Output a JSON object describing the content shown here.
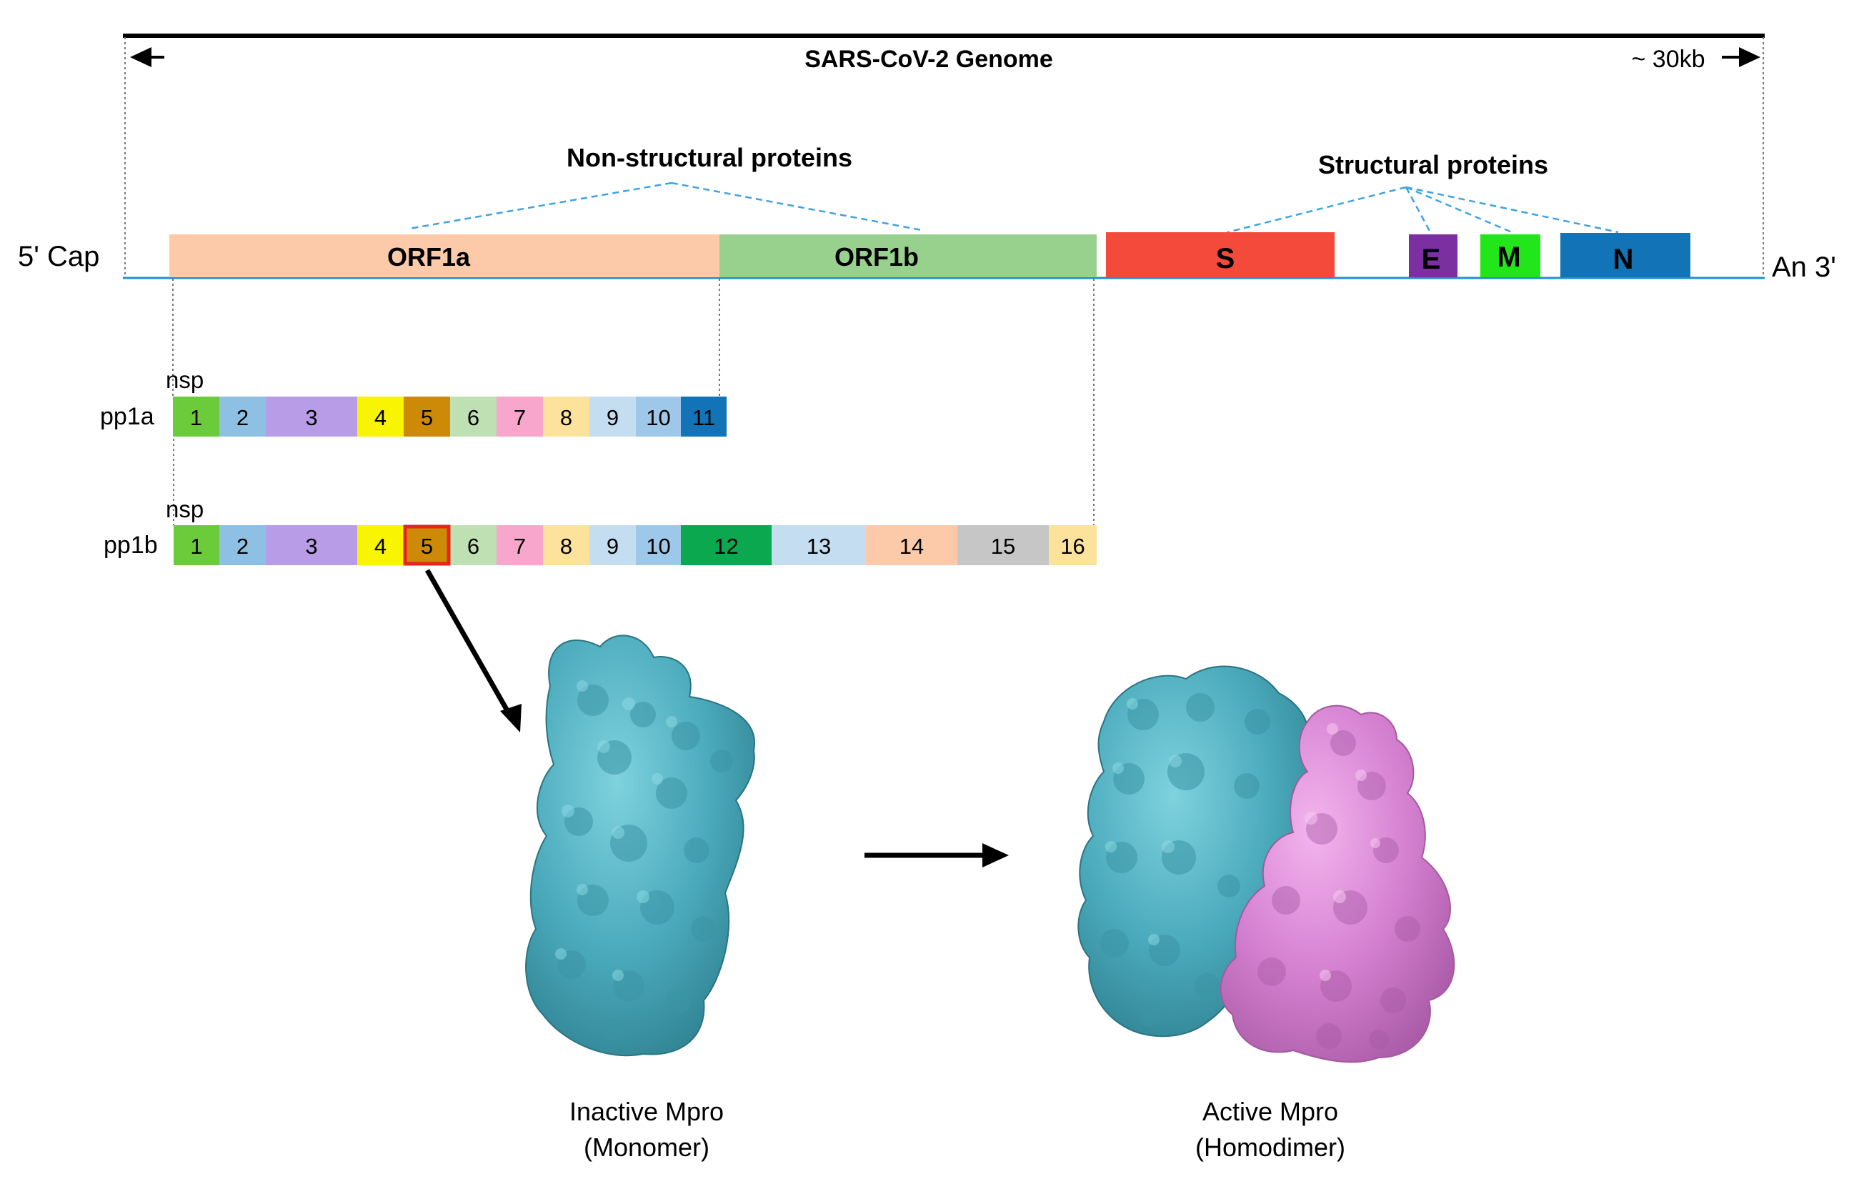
{
  "genome": {
    "title": "SARS-CoV-2 Genome",
    "length_label": "~ 30kb",
    "five_prime": "5' Cap",
    "three_prime": "An 3'",
    "nonstructural_label": "Non-structural proteins",
    "structural_label": "Structural proteins",
    "orfs": [
      {
        "id": "orf1a",
        "label": "ORF1a",
        "color": "#fccaa8"
      },
      {
        "id": "orf1b",
        "label": "ORF1b",
        "color": "#98d18e"
      },
      {
        "id": "s",
        "label": "S",
        "color": "#f44a3c"
      },
      {
        "id": "e",
        "label": "E",
        "color": "#7b2fa0"
      },
      {
        "id": "m",
        "label": "M",
        "color": "#21e619"
      },
      {
        "id": "n",
        "label": "N",
        "color": "#1273b7"
      }
    ]
  },
  "pp1a": {
    "label": "pp1a",
    "nsp_label": "nsp",
    "segments": [
      {
        "label": "1",
        "color": "#6bcb3a"
      },
      {
        "label": "2",
        "color": "#8ec0e3"
      },
      {
        "label": "3",
        "color": "#b89ce8"
      },
      {
        "label": "4",
        "color": "#f9f500"
      },
      {
        "label": "5",
        "color": "#cc8a06"
      },
      {
        "label": "6",
        "color": "#bee0b2"
      },
      {
        "label": "7",
        "color": "#f9a6cd"
      },
      {
        "label": "8",
        "color": "#fde29b"
      },
      {
        "label": "9",
        "color": "#c4ddf0"
      },
      {
        "label": "10",
        "color": "#9ec8ea"
      },
      {
        "label": "11",
        "color": "#1273b7"
      }
    ]
  },
  "pp1b": {
    "label": "pp1b",
    "nsp_label": "nsp",
    "highlight": "5",
    "segments": [
      {
        "label": "1",
        "color": "#6bcb3a"
      },
      {
        "label": "2",
        "color": "#8ec0e3"
      },
      {
        "label": "3",
        "color": "#b89ce8"
      },
      {
        "label": "4",
        "color": "#f9f500"
      },
      {
        "label": "5",
        "color": "#cc8a06"
      },
      {
        "label": "6",
        "color": "#bee0b2"
      },
      {
        "label": "7",
        "color": "#f9a6cd"
      },
      {
        "label": "8",
        "color": "#fde29b"
      },
      {
        "label": "9",
        "color": "#c4ddf0"
      },
      {
        "label": "10",
        "color": "#9ec8ea"
      },
      {
        "label": "12",
        "color": "#0ca84f"
      },
      {
        "label": "13",
        "color": "#c4ddf0"
      },
      {
        "label": "14",
        "color": "#fccaa8"
      },
      {
        "label": "15",
        "color": "#c6c6c6"
      },
      {
        "label": "16",
        "color": "#fde29b"
      }
    ]
  },
  "structures": {
    "inactive": {
      "line1": "Inactive Mpro",
      "line2": "(Monomer)",
      "color": "#4aaabb"
    },
    "active": {
      "line1": "Active Mpro",
      "line2": "(Homodimer)",
      "color_a": "#4aaabb",
      "color_b": "#d47fd0"
    }
  }
}
